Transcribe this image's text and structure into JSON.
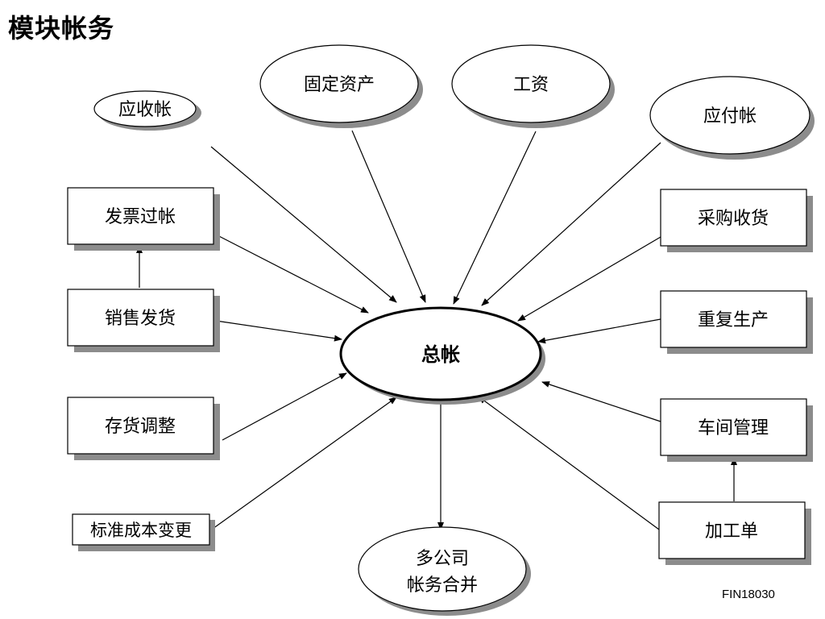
{
  "title": "模块帐务",
  "doc_code": "FIN18030",
  "center": {
    "label": "总帐"
  },
  "nodes": {
    "ar": "应收帐",
    "fixed_assets": "固定资产",
    "payroll": "工资",
    "ap": "应付帐",
    "invoice_posting": "发票过帐",
    "sales_shipping": "销售发货",
    "inventory_adjust": "存货调整",
    "std_cost_change": "标准成本变更",
    "purchase_receipt": "采购收货",
    "repetitive_production": "重复生产",
    "shop_floor": "车间管理",
    "work_order": "加工单",
    "multi_company_line1": "多公司",
    "multi_company_line2": "帐务合并"
  },
  "colors": {
    "stroke": "#000000",
    "fill": "#ffffff",
    "shadow": "#8c8c8c"
  }
}
